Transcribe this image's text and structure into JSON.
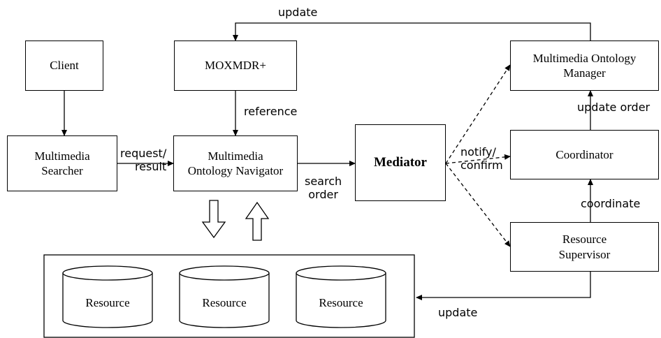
{
  "nodes": {
    "client": "Client",
    "moxmdr": "MOXMDR+",
    "manager": "Multimedia Ontology\nManager",
    "searcher": "Multimedia\nSearcher",
    "navigator": "Multimedia\nOntology Navigator",
    "mediator": "Mediator",
    "coordinator": "Coordinator",
    "supervisor": "Resource\nSupervisor"
  },
  "resources": [
    "Resource",
    "Resource",
    "Resource"
  ],
  "edge_labels": {
    "update_top": "update",
    "reference": "reference",
    "update_order": "update order",
    "request_result": "request/\nresult",
    "search_order": "search\norder",
    "notify_confirm": "notify/\nconfirm",
    "coordinate": "coordinate",
    "update_bottom": "update"
  }
}
